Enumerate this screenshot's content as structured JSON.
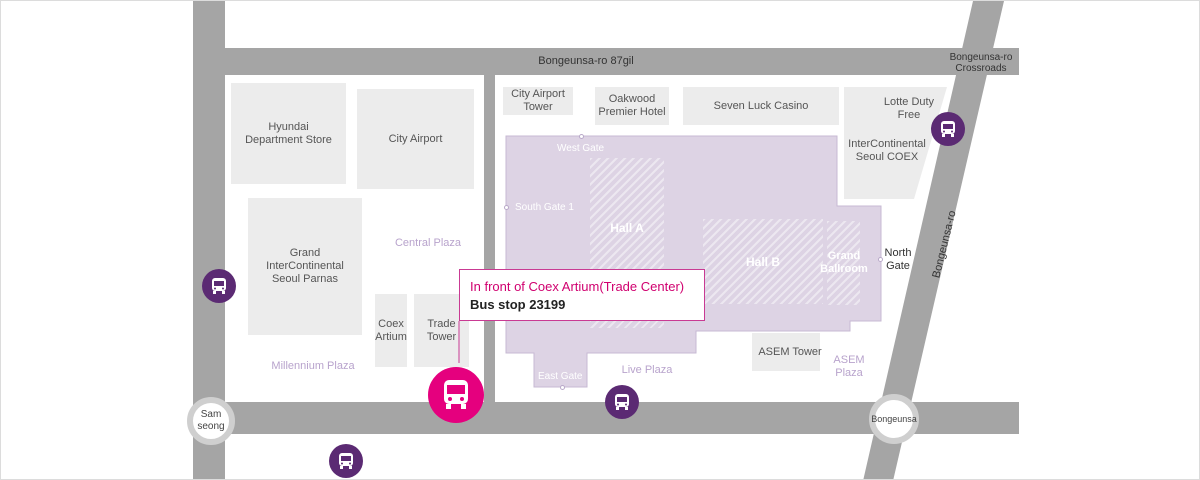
{
  "roads": {
    "top": "Bongeunsa-ro 87gil",
    "crossroads": "Bongeunsa-ro\nCrossroads",
    "diagonal": "Bongeunsa-ro"
  },
  "buildings": {
    "hyundai": "Hyundai\nDepartment Store",
    "city_airport": "City Airport",
    "grand_intercontinental": "Grand\nInterContinental\nSeoul Parnas",
    "coex_artium": "Coex\nArtium",
    "trade_tower": "Trade\nTower",
    "city_airport_tower": "City Airport\nTower",
    "oakwood": "Oakwood\nPremier Hotel",
    "seven_luck": "Seven Luck Casino",
    "lotte_duty_free": "Lotte Duty\nFree",
    "intercontinental_coex": "InterContinental\nSeoul COEX",
    "asem_tower": "ASEM Tower"
  },
  "plazas": {
    "central": "Central Plaza",
    "millennium": "Millennium Plaza",
    "live": "Live Plaza",
    "asem": "ASEM\nPlaza"
  },
  "coex": {
    "west_gate": "West Gate",
    "south_gate_1": "South Gate 1",
    "east_gate": "East Gate",
    "north_gate": "North\nGate",
    "hall_a": "Hall A",
    "hall_b": "Hall B",
    "grand_ballroom": "Grand\nBallroom"
  },
  "stations": {
    "samseong": "Sam\nseong",
    "bongeunsa": "Bongeunsa"
  },
  "callout": {
    "title": "In front of Coex Artium(Trade Center)",
    "stop": "Bus stop 23199"
  },
  "colors": {
    "road": "#a5a5a5",
    "building": "#ececec",
    "coex_area": "#ddd3e4",
    "bus_icon": "#5b2a73",
    "highlight_bus": "#e5007e",
    "callout_border": "#c93a93"
  }
}
